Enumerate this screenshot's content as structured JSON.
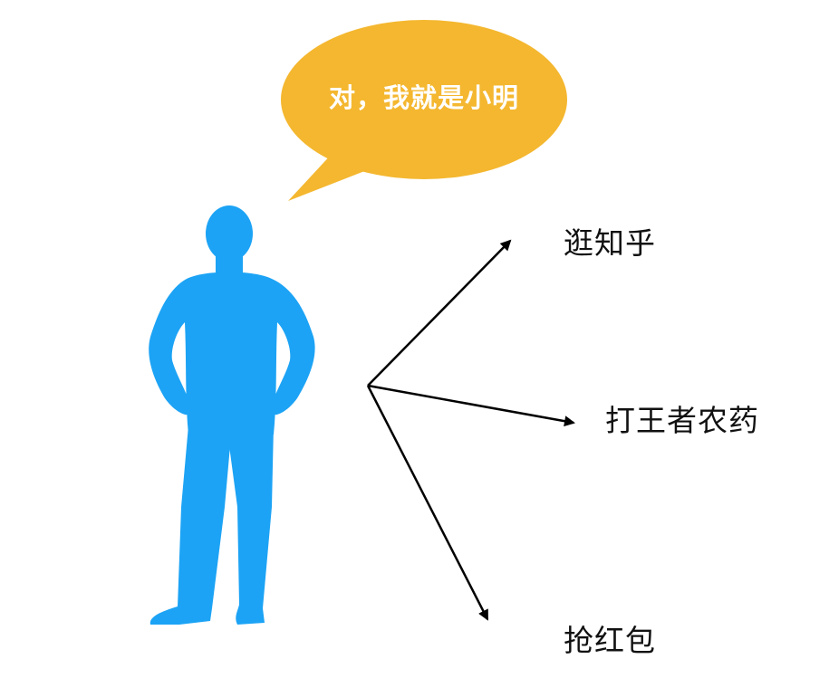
{
  "speech_bubble": {
    "text": "对，我就是小明",
    "color": "#F4B72F"
  },
  "person": {
    "icon": "person-silhouette-icon",
    "color": "#1CA3F5"
  },
  "activities": [
    {
      "label": "逛知乎"
    },
    {
      "label": "打王者农药"
    },
    {
      "label": "抢红包"
    }
  ],
  "arrow_color": "#000000"
}
